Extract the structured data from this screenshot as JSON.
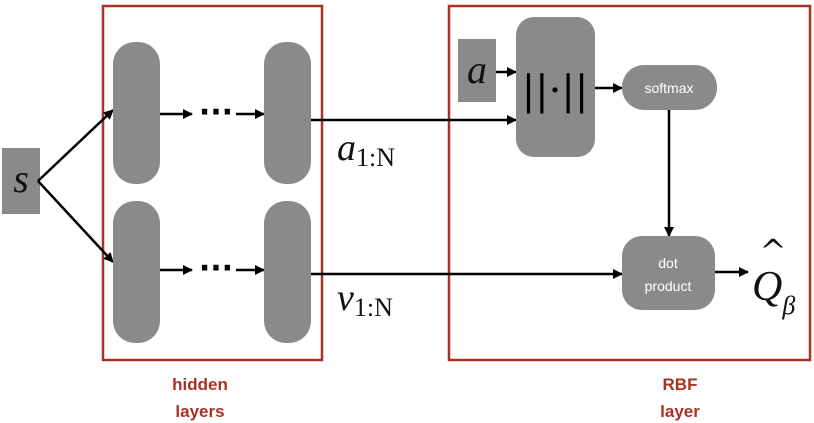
{
  "colors": {
    "box_border": "#a83224",
    "node_fill": "#8a8a8a",
    "arrow": "#000000",
    "caption": "#a83224"
  },
  "input": {
    "state_symbol": "s",
    "action_symbol": "a"
  },
  "hidden_layers": {
    "caption_line1": "hidden",
    "caption_line2": "layers",
    "ellipsis": "···"
  },
  "rbf_layer": {
    "caption_line1": "RBF",
    "caption_line2": "layer",
    "norm_label": "||·||",
    "softmax_label": "softmax",
    "dot_line1": "dot",
    "dot_line2": "product"
  },
  "edges": {
    "a_label": "a",
    "a_subscript": "1:N",
    "v_label": "v",
    "v_subscript": "1:N"
  },
  "output": {
    "q_label": "Q",
    "q_hat": "^",
    "q_subscript": "β"
  }
}
